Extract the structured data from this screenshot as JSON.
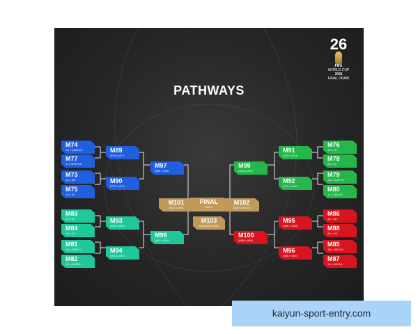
{
  "poster": {
    "title": "PATHWAYS",
    "logo": {
      "year_digits": "26",
      "lines": [
        "FIFA",
        "WORLD CUP",
        "2026",
        "FINAL DRAW"
      ]
    }
  },
  "matches": {
    "m74": {
      "code": "M74",
      "sub": "1E v 3ABCDF"
    },
    "m77": {
      "code": "M77",
      "sub": "1I v 3CDFGH"
    },
    "m73": {
      "code": "M73",
      "sub": "2A v 2B"
    },
    "m75": {
      "code": "M75",
      "sub": "1F v 2C"
    },
    "m89": {
      "code": "M89",
      "sub": "W74 v W77"
    },
    "m90": {
      "code": "M90",
      "sub": "W73 v W75"
    },
    "m97": {
      "code": "M97",
      "sub": "W89 v W90"
    },
    "m83": {
      "code": "M83",
      "sub": "2K v 2L"
    },
    "m84": {
      "code": "M84",
      "sub": "1H v 2J"
    },
    "m81": {
      "code": "M81",
      "sub": "1D v 3BEFIJ"
    },
    "m82": {
      "code": "M82",
      "sub": "1G v 3AEHIJ"
    },
    "m93": {
      "code": "M93",
      "sub": "W83 v W84"
    },
    "m94": {
      "code": "M94",
      "sub": "W81 v W82"
    },
    "m98": {
      "code": "M98",
      "sub": "W93 v W94"
    },
    "m101": {
      "code": "M101",
      "sub": "W97 v W98"
    },
    "final": {
      "code": "FINAL",
      "sub": "M104"
    },
    "m103": {
      "code": "M103",
      "sub": "BRONZE FINAL"
    },
    "m102": {
      "code": "M102",
      "sub": "W99 v W100"
    },
    "m76": {
      "code": "M76",
      "sub": "1C v 2F"
    },
    "m78": {
      "code": "M78",
      "sub": "2E v 2I"
    },
    "m79": {
      "code": "M79",
      "sub": "1A v 3CEFHI"
    },
    "m80": {
      "code": "M80",
      "sub": "1L v 3EHIJK"
    },
    "m91": {
      "code": "M91",
      "sub": "W76 v W78"
    },
    "m92": {
      "code": "M92",
      "sub": "W79 v W80"
    },
    "m99": {
      "code": "M99",
      "sub": "W91 v W92"
    },
    "m86": {
      "code": "M86",
      "sub": "1J v 2H"
    },
    "m88": {
      "code": "M88",
      "sub": "2D v 2G"
    },
    "m85": {
      "code": "M85",
      "sub": "1B v 3EFGIJ"
    },
    "m87": {
      "code": "M87",
      "sub": "1K v 3DEIJL"
    },
    "m95": {
      "code": "M95",
      "sub": "W86 v W88"
    },
    "m96": {
      "code": "M96",
      "sub": "W85 v W87"
    },
    "m100": {
      "code": "M100",
      "sub": "W95 v W96"
    }
  },
  "watermark": {
    "text": "kaiyun-sport-entry.com"
  },
  "colors": {
    "blue": "#1f5fe0",
    "teal": "#1fc79a",
    "green": "#24b84a",
    "red": "#d8141e",
    "gold": "#bf9a5a",
    "background": "#262626"
  }
}
